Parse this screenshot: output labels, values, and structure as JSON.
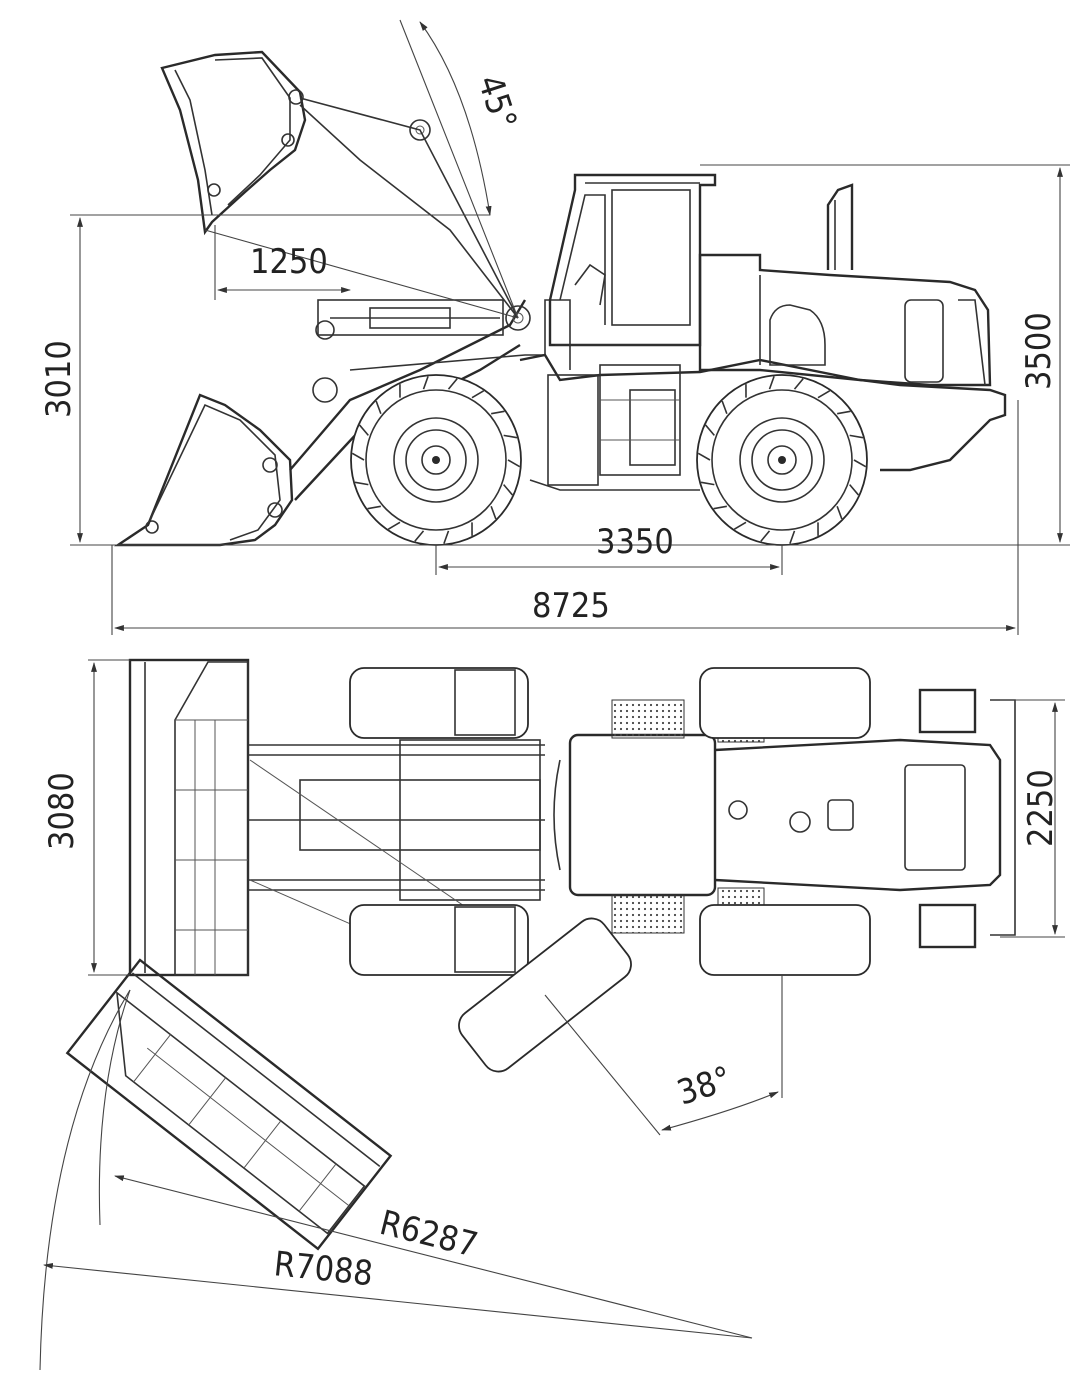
{
  "side_view": {
    "dumping_angle": "45°",
    "dump_reach": "1250",
    "dump_clearance_height": "3010",
    "overall_height": "3500",
    "wheelbase": "3350",
    "overall_length": "8725"
  },
  "top_view": {
    "bucket_width": "3080",
    "tread_width": "2250",
    "articulation_angle": "38°",
    "inner_turning_radius": "R6287",
    "outer_turning_radius": "R7088"
  }
}
